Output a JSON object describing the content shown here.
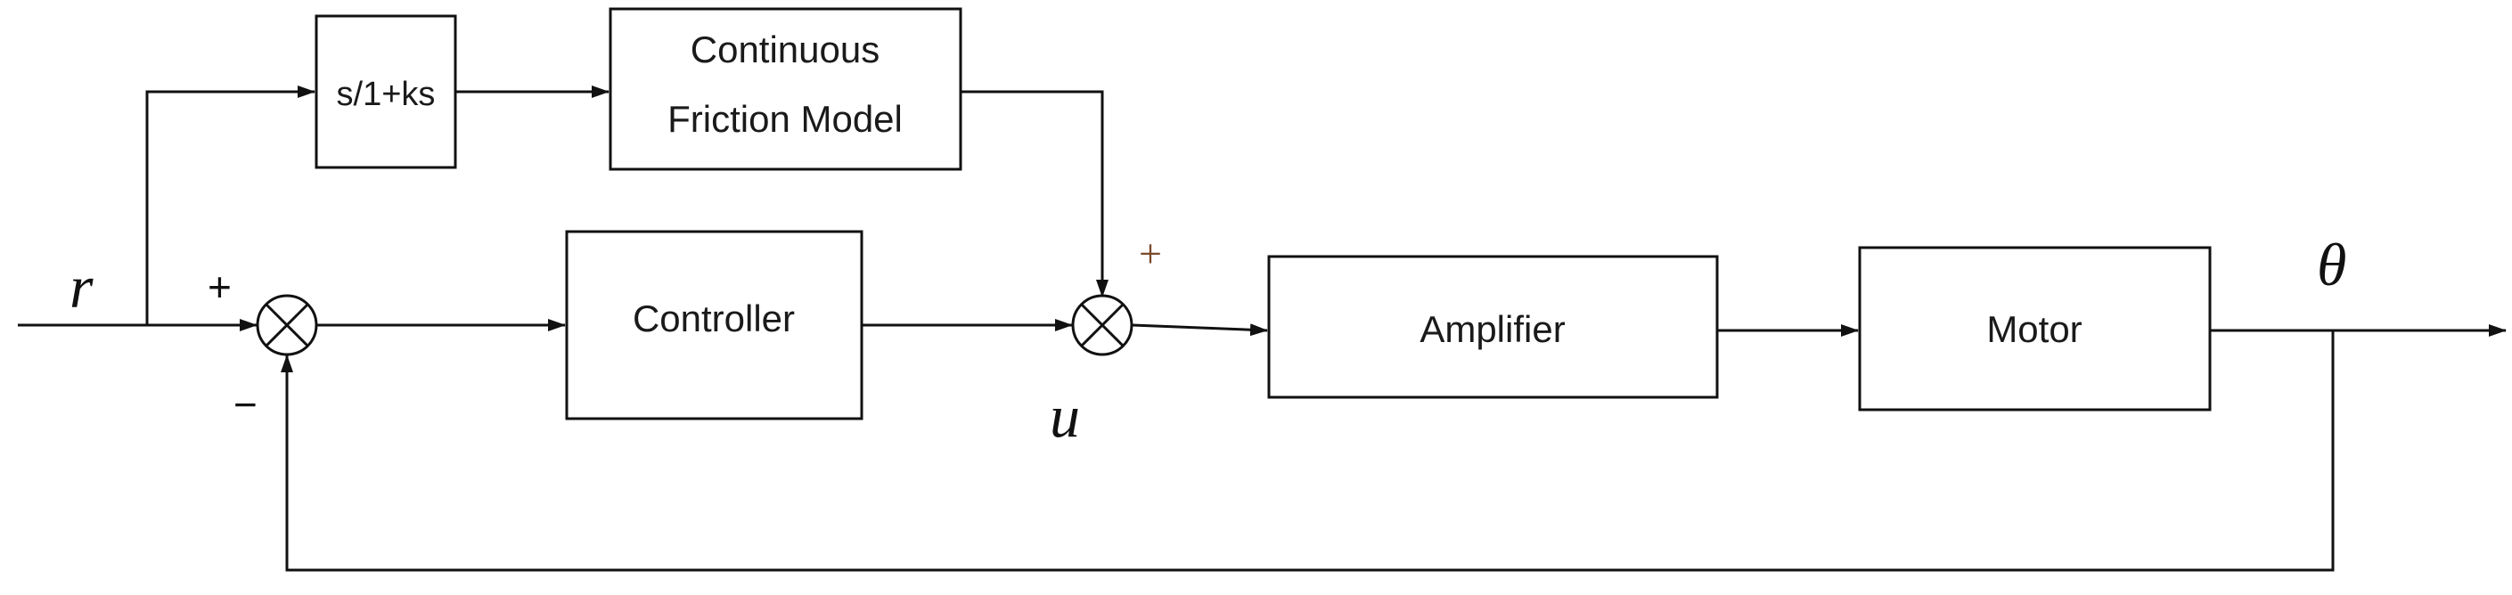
{
  "blocks": {
    "derivative_filter": "s/1+ks",
    "friction_model_line1": "Continuous",
    "friction_model_line2": "Friction Model",
    "controller": "Controller",
    "amplifier": "Amplifier",
    "motor": "Motor"
  },
  "signals": {
    "reference": "r",
    "control": "u",
    "output": "θ"
  },
  "signs": {
    "sum1_plus": "+",
    "sum1_minus": "−",
    "sum2_plus": "+"
  }
}
